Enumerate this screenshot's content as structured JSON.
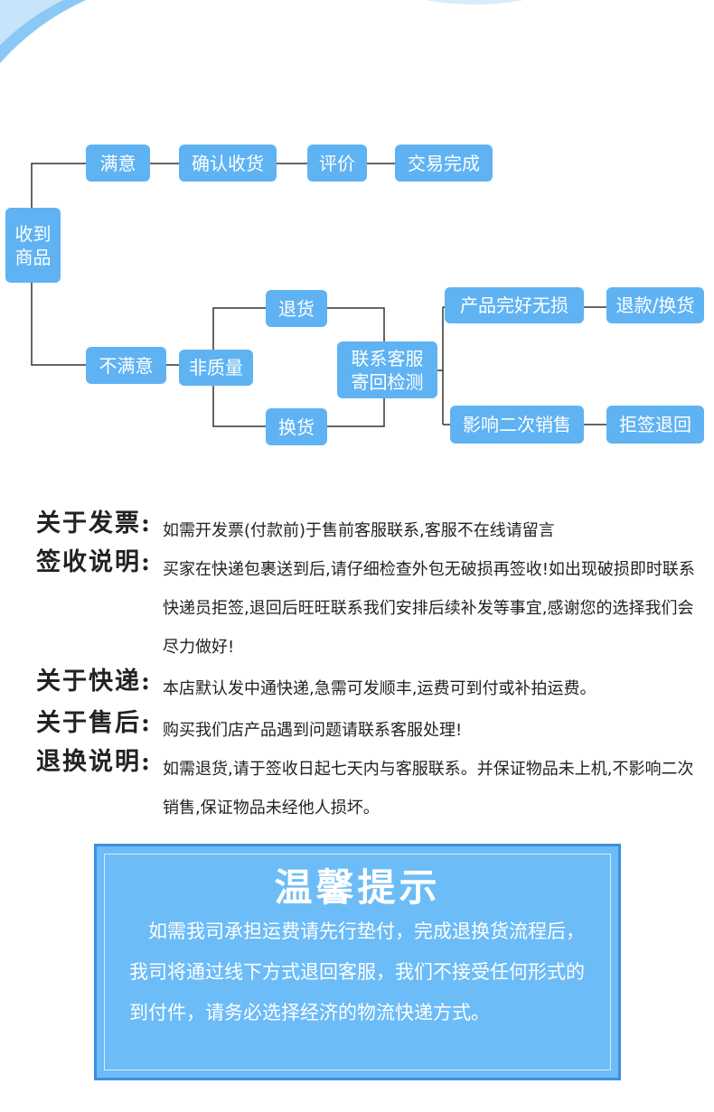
{
  "flowchart": {
    "nodes": {
      "received": "收到\n商品",
      "satisfied": "满意",
      "confirm_receipt": "确认收货",
      "review": "评价",
      "trade_complete": "交易完成",
      "unsatisfied": "不满意",
      "non_quality": "非质量",
      "return_goods": "退货",
      "exchange_goods": "换货",
      "contact_service": "联系客服\n寄回检测",
      "product_intact": "产品完好无损",
      "refund_exchange": "退款/换货",
      "affects_resale": "影响二次销售",
      "refuse_return": "拒签退回"
    }
  },
  "info": {
    "invoice": {
      "label": "关于发票:",
      "text": "如需开发票(付款前)于售前客服联系,客服不在线请留言"
    },
    "signing": {
      "label": "签收说明:",
      "text": "买家在快递包裹送到后,请仔细检查外包无破损再签收!如出现破损即时联系快递员拒签,退回后旺旺联系我们安排后续补发等事宜,感谢您的选择我们会尽力做好!"
    },
    "courier": {
      "label": "关于快递:",
      "text": "本店默认发中通快递,急需可发顺丰,运费可到付或补拍运费。"
    },
    "after_sales": {
      "label": "关于售后:",
      "text": "购买我们店产品遇到问题请联系客服处理!"
    },
    "returns": {
      "label": "退换说明:",
      "text": "如需退货,请于签收日起七天内与客服联系。并保证物品未上机,不影响二次销售,保证物品未经他人损坏。"
    }
  },
  "notice": {
    "title": "温馨提示",
    "body": "如需我司承担运费请先行垫付，完成退换货流程后，我司将通过线下方式退回客服，我们不接受任何形式的到付件，请务必选择经济的物流快递方式。"
  },
  "colors": {
    "node_fill": "#5fb3f3",
    "notice_fill": "#6cbcf7",
    "notice_border": "#3d8fe0",
    "connector": "#333333"
  }
}
